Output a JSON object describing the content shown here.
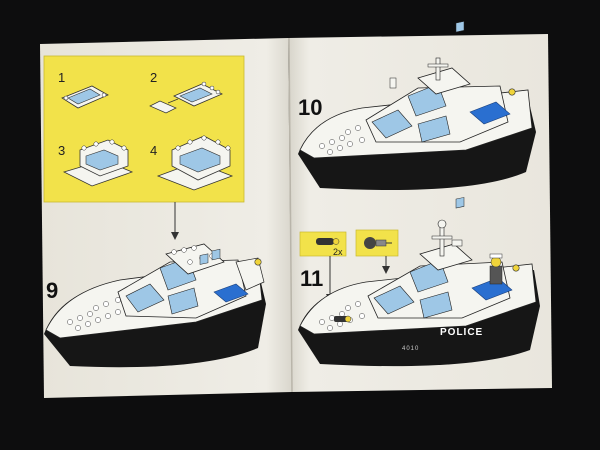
{
  "photo": {
    "left_page": {
      "substeps": [
        "1",
        "2",
        "3",
        "4"
      ],
      "step_number": "9"
    },
    "right_page": {
      "top_step_number": "10",
      "bottom_step_number": "11",
      "callout_qty": "2x",
      "hull_text": "POLICE",
      "hull_small_text": "4010"
    }
  },
  "colors": {
    "background": "#0d0d0e",
    "paper": "#eeece4",
    "yellow_panel": "#f2e24a",
    "hull_black": "#161616",
    "deck_white": "#f5f5f0",
    "window_blue": "#9ec7e6",
    "brick_blue": "#2a6fd0",
    "light_yellow": "#f0d43a"
  }
}
